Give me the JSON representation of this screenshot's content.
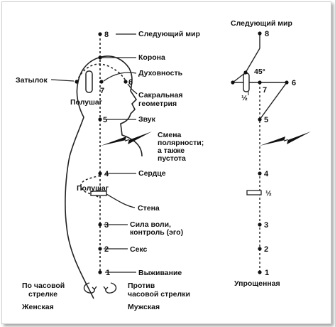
{
  "left": {
    "labels": {
      "next_world": "Следующий мир",
      "crown": "Корона",
      "occiput": "Затылок",
      "spirituality": "Духовность",
      "sacral_geometry_1": "Сакральная",
      "sacral_geometry_2": "геометрия",
      "half_step_top": "Полушаг",
      "sound": "Звук",
      "polarity_1": "Смена",
      "polarity_2": "полярности;",
      "polarity_3": "а также",
      "polarity_4": "пустота",
      "heart": "Сердце",
      "half_step_mid": "Полушаг",
      "wall": "Стена",
      "will_1": "Сила воли,",
      "will_2": "контроль (эго)",
      "sex": "Секс",
      "survival": "Выживание",
      "cw_1": "По часовой",
      "cw_2": "стрелке",
      "ccw_1": "Против",
      "ccw_2": "часовой стрелки",
      "female": "Женская",
      "male": "Мужская"
    },
    "numbers": {
      "n1": "1",
      "n2": "2",
      "n3": "3",
      "n4": "4",
      "n5": "5",
      "n6": "6",
      "n7": "7",
      "n8": "8"
    }
  },
  "right": {
    "labels": {
      "next_world": "Следующий мир",
      "angle": "45°",
      "half_a": "½",
      "half_b": "½",
      "simplified": "Упрощенная"
    },
    "numbers": {
      "n1": "1",
      "n2": "2",
      "n3": "3",
      "n4": "4",
      "n5": "5",
      "n6": "6",
      "n7": "7",
      "n8": "8"
    }
  }
}
